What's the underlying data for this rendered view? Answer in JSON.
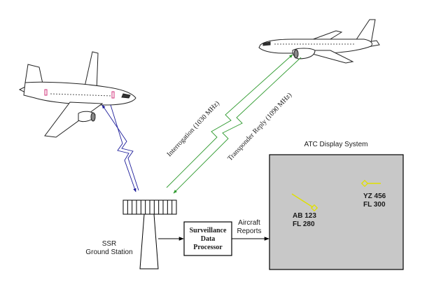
{
  "labels": {
    "interrogation": "Interrogation (1030 MHz)",
    "transponder_reply": "Transponder Reply (1090 MHz)",
    "atc_display_system": "ATC Display System",
    "ssr_line1": "SSR",
    "ssr_line2": "Ground Station",
    "processor_line1": "Surveillance",
    "processor_line2": "Data",
    "processor_line3": "Processor",
    "reports_line1": "Aircraft",
    "reports_line2": "Reports"
  },
  "radar_targets": [
    {
      "callsign": "AB 123",
      "flight_level": "FL 280"
    },
    {
      "callsign": "YZ 456",
      "flight_level": "FL 300"
    }
  ],
  "colors": {
    "interrogation_link": "#2e9a2e",
    "ground_link_aircraft1": "#1c1c9a",
    "target_symbol": "#e0e000",
    "display_background": "#c8c8c8"
  }
}
